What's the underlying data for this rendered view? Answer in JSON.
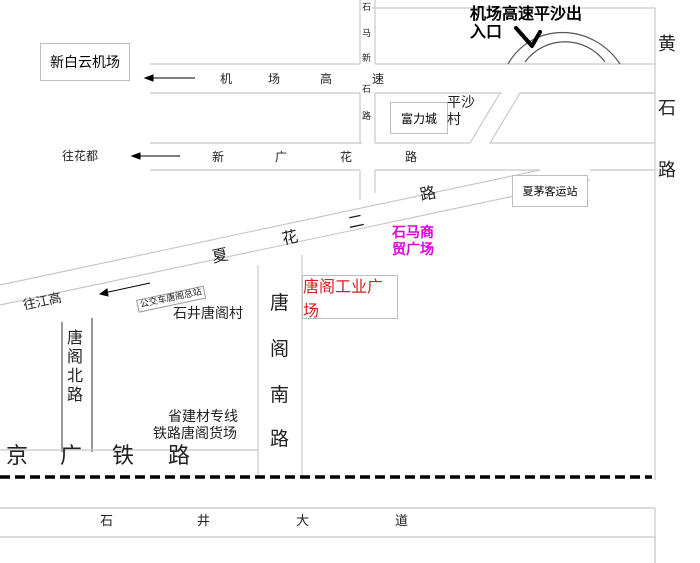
{
  "entrance": {
    "line1": "机场高速平沙出",
    "line2": "入口"
  },
  "boxes": {
    "xinbaiyun": "新白云机场",
    "fuli": "富力城",
    "xiamao": "夏茅客运站",
    "tangge_industrial": "唐阁工业广场"
  },
  "places": {
    "pingsha_1": "平沙",
    "pingsha_2": "村",
    "shima_1": "石马商",
    "shima_2": "贸广场",
    "wanghuadu": "往花都",
    "wangjianggao": "往江高",
    "bus_station": "公交车唐阁总站",
    "shijing_village": "石井唐阁村",
    "rail_line1": "省建材专线",
    "rail_line2": "铁路唐阁货场"
  },
  "roads": {
    "airport_expressway": [
      "机",
      "场",
      "高",
      "速"
    ],
    "xinguanghua": [
      "新",
      "广",
      "花",
      "路"
    ],
    "xiahua_er": [
      "夏",
      "花",
      "二",
      "路"
    ],
    "jingguang_rail": [
      "京",
      "广",
      "铁",
      "路"
    ],
    "shijing_avenue": [
      "石",
      "井",
      "大",
      "道"
    ],
    "shima_xin": [
      "石",
      "马",
      "新"
    ],
    "shima_road": [
      "石",
      "路"
    ],
    "huangshi": [
      "黄",
      "石",
      "路"
    ],
    "tangge_south": [
      "唐",
      "阁",
      "南",
      "路"
    ],
    "tangge_north": [
      "唐",
      "阁",
      "北",
      "路"
    ]
  },
  "colors": {
    "road": "#c8c8c8",
    "arrow": "#000000",
    "shima": "#e000e0",
    "industrial": "#d02020",
    "railway": "#000000"
  }
}
